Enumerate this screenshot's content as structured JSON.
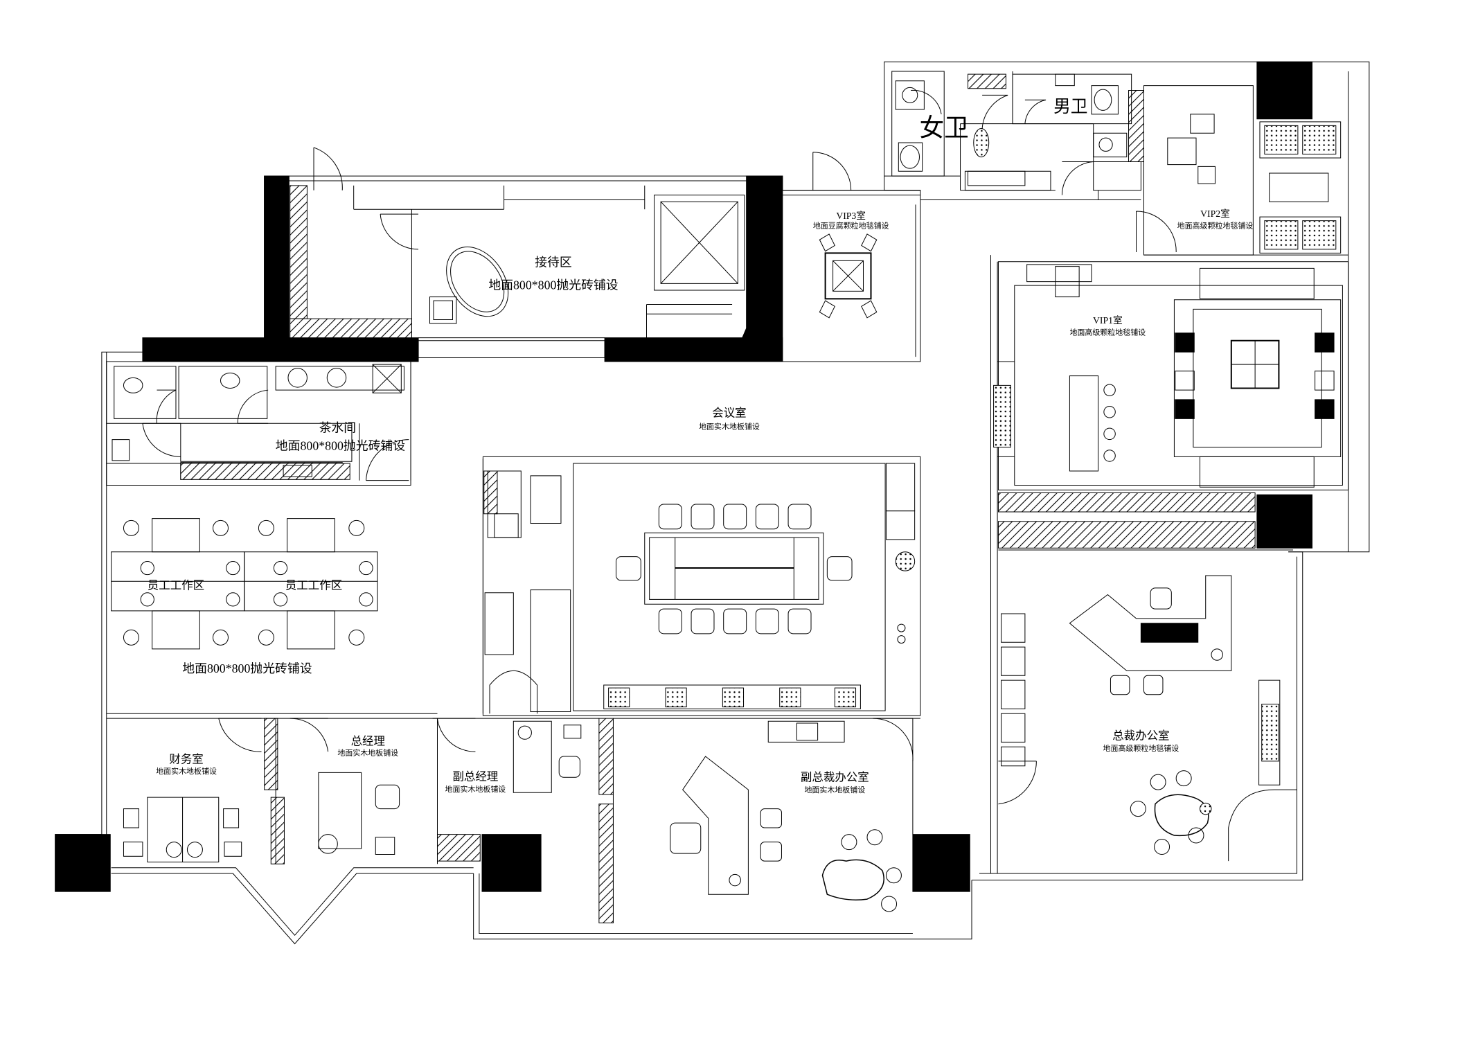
{
  "rooms": {
    "womens_wc": {
      "name": "女卫"
    },
    "mens_wc": {
      "name": "男卫"
    },
    "vip3": {
      "name": "VIP3室",
      "floor": "地面豆腐颗粒地毯铺设"
    },
    "vip2": {
      "name": "VIP2室",
      "floor": "地面高级颗粒地毯铺设"
    },
    "vip1": {
      "name": "VIP1室",
      "floor": "地面高级颗粒地毯铺设"
    },
    "reception": {
      "name": "接待区",
      "floor": "地面800*800抛光砖铺设"
    },
    "tea_room": {
      "name": "茶水间",
      "floor": "地面800*800抛光砖铺设"
    },
    "meeting": {
      "name": "会议室",
      "floor": "地面实木地板铺设"
    },
    "staff_area_1": {
      "name": "员工工作区"
    },
    "staff_area_2": {
      "name": "员工工作区"
    },
    "staff_floor": {
      "floor": "地面800*800抛光砖铺设"
    },
    "finance": {
      "name": "财务室",
      "floor": "地面实木地板铺设"
    },
    "gm": {
      "name": "总经理",
      "floor": "地面实木地板铺设"
    },
    "deputy_gm": {
      "name": "副总经理",
      "floor": "地面实木地板铺设"
    },
    "vp_office": {
      "name": "副总裁办公室",
      "floor": "地面实木地板铺设"
    },
    "president_office": {
      "name": "总裁办公室",
      "floor": "地面高级颗粒地毯铺设"
    }
  },
  "colors": {
    "ink": "#000000",
    "paper": "#ffffff"
  }
}
